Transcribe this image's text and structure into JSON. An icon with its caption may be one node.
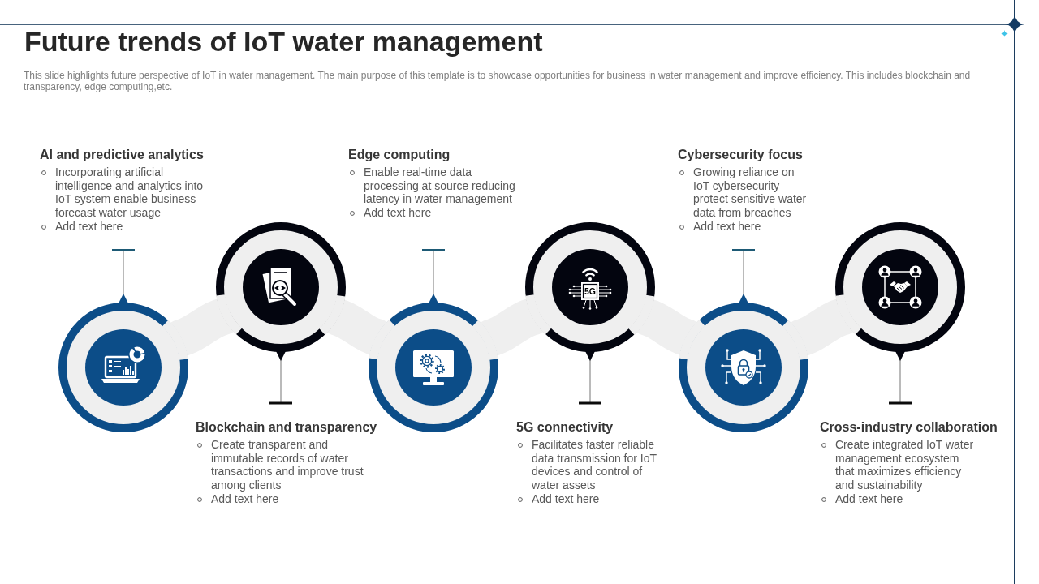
{
  "diagram": {
    "title": "Future trends of IoT water management",
    "nodes": [
      {
        "text": [
          "AI and predictive analytics",
          "Incorporating artificial intelligence and analytics into IoT system enable business forecast water usage",
          "Add text here"
        ]
      },
      {
        "text": [
          "Edge computing",
          "Enable real-time data processing at source reducing latency in water management",
          "Add text here"
        ]
      },
      {
        "text": [
          "Cybersecurity focus",
          "Growing reliance on IoT cybersecurity protect sensitive water data from breaches",
          "Add text here"
        ]
      },
      {
        "text": [],
        "shape": "circle"
      },
      {
        "text": [],
        "shape": "circle"
      },
      {
        "text": [],
        "shape": "circle"
      },
      {
        "text": [],
        "shape": "circle"
      },
      {
        "text": [],
        "shape": "circle"
      },
      {
        "text": [],
        "shape": "circle"
      },
      {
        "text": [
          "Blockchain and transparency",
          "Create transparent and immutable records of water transactions and improve trust among clients",
          "Add text here"
        ]
      },
      {
        "text": [
          "5G connectivity",
          "Facilitates faster reliable data transmission for IoT devices and control of water assets",
          "Add text here"
        ]
      },
      {
        "text": [
          "Cross-industry collaboration",
          "Create integrated IoT water management ecosystem that maximizes efficiency and sustainability",
          "Add text here"
        ]
      }
    ],
    "edges": [
      {
        "from": 0,
        "to": 3,
        "arrow": "other"
      },
      {
        "from": 3,
        "to": 4,
        "arrow": "none",
        "style": "thick",
        "color": "#efefef"
      },
      {
        "from": 9,
        "to": 4,
        "arrow": "other"
      },
      {
        "from": 4,
        "to": 5,
        "arrow": "none",
        "style": "thick",
        "color": "#efefef"
      },
      {
        "from": 1,
        "to": 5,
        "arrow": "other"
      },
      {
        "from": 5,
        "to": 6,
        "arrow": "none",
        "style": "thick",
        "color": "#efefef"
      },
      {
        "from": 10,
        "to": 6,
        "arrow": "other"
      },
      {
        "from": 6,
        "to": 7,
        "arrow": "none",
        "style": "thick",
        "color": "#efefef"
      },
      {
        "from": 2,
        "to": 7,
        "arrow": "other"
      },
      {
        "from": 7,
        "to": 8,
        "arrow": "none",
        "style": "thick",
        "color": "#efefef"
      },
      {
        "from": 11,
        "to": 8,
        "arrow": "other"
      }
    ],
    "labels": [
      "This slide highlights future perspective of IoT in water management. The main purpose of this template is to showcase opportunities for business in water management and improve efficiency. This includes blockchain and transparency, edge computing,etc.",
      "5G"
    ]
  }
}
